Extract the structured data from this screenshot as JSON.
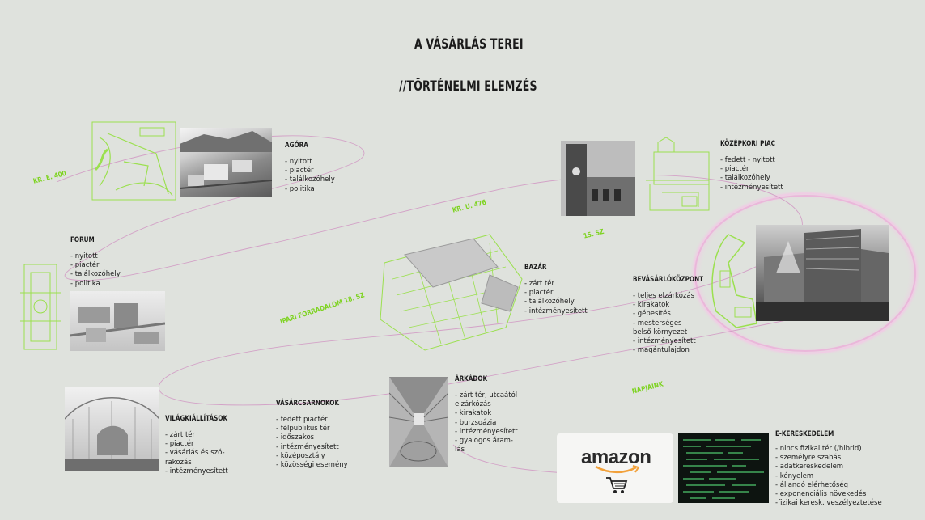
{
  "title": "A VÁSÁRLÁS TEREI",
  "subtitle": "//TÖRTÉNELMI ELEMZÉS",
  "colors": {
    "background": "#dfe2dd",
    "accent_green": "#8fe03a",
    "timeline_pink": "#d9a3c9",
    "glow_pink": "#f5c6e6"
  },
  "timeline_labels": {
    "kr_e_400": "KR. E. 400",
    "kr_u_476": "KR. U. 476",
    "sz15": "15. SZ",
    "ipari": "IPARI FORRADALOM 18. SZ",
    "napjaink": "NAPJAINK"
  },
  "sections": {
    "agora": {
      "title": "AGÓRA",
      "items": [
        "- nyitott",
        "- piactér",
        "- találkozóhely",
        "- politika"
      ]
    },
    "kozepkori": {
      "title": "KÖZÉPKORI PIAC",
      "items": [
        "- fedett - nyitott",
        "- piactér",
        "- találkozóhely",
        "- intézményesített"
      ]
    },
    "forum": {
      "title": "FORUM",
      "items": [
        "- nyitott",
        "- piactér",
        "- találkozóhely",
        "- politika"
      ]
    },
    "bazar": {
      "title": "BAZÁR",
      "items": [
        "- zárt tér",
        "- piactér",
        "- találkozóhely",
        "- intézményesített"
      ]
    },
    "bevasarlo": {
      "title": "BEVÁSÁRLÓKÖZPONT",
      "items": [
        "- teljes elzárkózás",
        "- kirakatok",
        "- gépesítés",
        "- mesterséges",
        "belső környezet",
        "- intézményesített",
        "- magántulajdon"
      ]
    },
    "arkadok": {
      "title": "ÁRKÁDOK",
      "items": [
        "- zárt tér, utcaától",
        "elzárkózás",
        "- kirakatok",
        "- burzsoázia",
        "- intézményesített",
        "- gyalogos áram-",
        "lás"
      ]
    },
    "vilagkiallitasok": {
      "title": "VILÁGKIÁLLÍTÁSOK",
      "items": [
        "- zárt tér",
        "- piactér",
        "- vásárlás és szó-",
        "rakozás",
        "- intézményesített"
      ]
    },
    "vasarcsarnokok": {
      "title": "VÁSÁRCSARNOKOK",
      "items": [
        "- fedett piactér",
        "- félpublikus tér",
        "- időszakos",
        "- intézményesített",
        "- középosztály",
        "- közösségi esemény"
      ]
    },
    "ekereskedelem": {
      "title": "E-KERESKEDELEM",
      "items": [
        "- nincs fizikai tér (/hibrid)",
        "- személyre szabás",
        "- adatkereskedelem",
        "- kényelem",
        "- állandó elérhetőség",
        "- exponenciális növekedés",
        "-fizikai keresk. veszélyeztetése"
      ]
    }
  },
  "amazon": {
    "wordmark": "amazon",
    "icon": "shopping-cart-icon"
  }
}
